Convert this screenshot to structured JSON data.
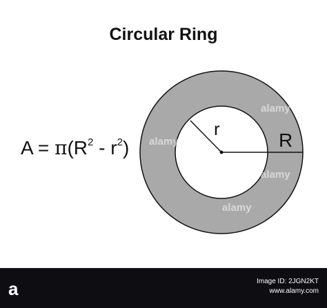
{
  "title": "Circular Ring",
  "labels": {
    "inner_radius": "r",
    "outer_radius": "R"
  },
  "formula": {
    "lhs": "A",
    "equals": "=",
    "pi": "π",
    "open": "(",
    "R": "R",
    "exp1": "2",
    "minus": " - ",
    "r": "r",
    "exp2": "2",
    "close": ")"
  },
  "colors": {
    "ring_fill": "#a9a9a9",
    "outline": "#111111",
    "footer_bg": "#0d0d12"
  },
  "watermark": {
    "text": "alamy"
  },
  "footer": {
    "logo": "a",
    "image_id_line": "Image ID: 2JGN2KT",
    "site": "www.alamy.com"
  }
}
